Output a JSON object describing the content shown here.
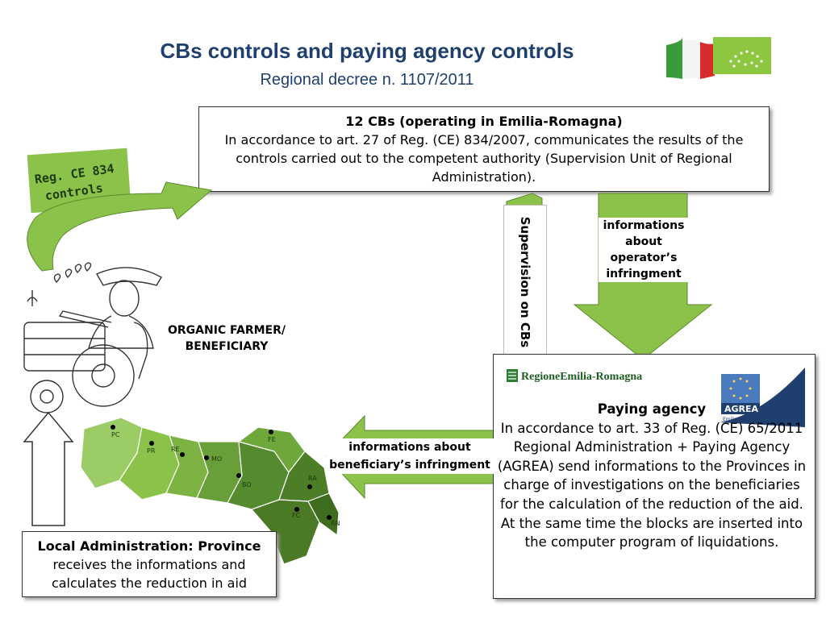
{
  "header": {
    "title": "CBs controls and paying agency controls",
    "subtitle": "Regional decree n. 1107/2011"
  },
  "cbs_box": {
    "heading": "12 CBs (operating in Emilia-Romagna)",
    "body": "In accordance to art. 27 of Reg. (CE) 834/2007, communicates the results of the controls carried out to the competent authority (Supervision Unit of Regional Administration)."
  },
  "reg_badge": {
    "line1": "Reg. CE 834",
    "line2": "controls"
  },
  "farmer": {
    "label": "ORGANIC FARMER/ BENEFICIARY"
  },
  "supervision": {
    "label": "Supervision on CBs"
  },
  "arrows": {
    "operator_info": "informations about operator’s infringment",
    "beneficiary_info": "informations about beneficiary’s infringment"
  },
  "paying_box": {
    "logo_text": "RegioneEmilia-Romagna",
    "agrea_logo": "AGREA",
    "agrea_sub": "Emilia-Romagna",
    "heading": "Paying agency",
    "body": "In accordance to art. 33 of Reg. (CE) 65/2011 Regional Administration + Paying Agency (AGREA) send informations to the Provinces in charge of investigations on the beneficiaries for the calculation of the reduction of the aid. At the same time the blocks are inserted into the computer program of liquidations."
  },
  "province_box": {
    "heading": "Local Administration: Province",
    "body": "receives the informations and calculates the reduction in aid"
  },
  "map": {
    "provinces": [
      "PC",
      "PR",
      "RE",
      "MO",
      "BO",
      "FE",
      "RA",
      "FC",
      "RN"
    ]
  },
  "colors": {
    "arrow_green": "#8bc34a",
    "title_blue": "#1f3f6e"
  }
}
